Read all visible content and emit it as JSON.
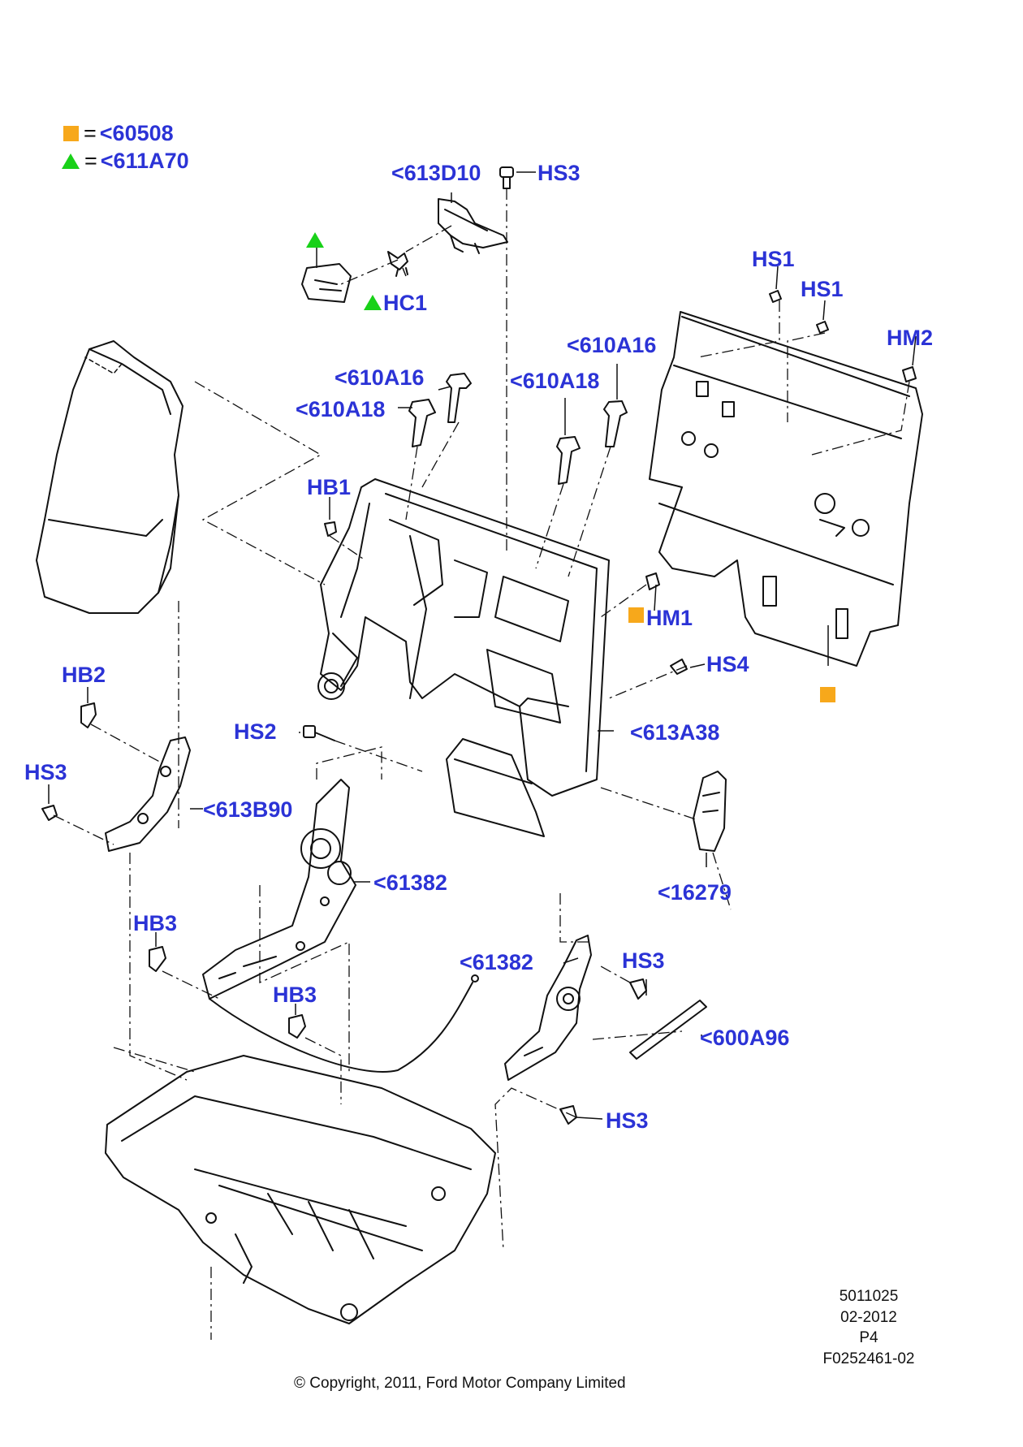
{
  "legend": [
    {
      "symbol": "orange-square",
      "equals": "=",
      "code": "<60508",
      "color": "#f7a81b"
    },
    {
      "symbol": "green-triangle",
      "equals": "=",
      "code": "<611A70",
      "color": "#19d119"
    }
  ],
  "labels": {
    "l613D10": "<613D10",
    "hs3_top": "HS3",
    "hc1": "HC1",
    "hs1_a": "HS1",
    "hs1_b": "HS1",
    "hm2": "HM2",
    "l610A16_left": "<610A16",
    "l610A18_left": "<610A18",
    "l610A18_right": "<610A18",
    "l610A16_right": "<610A16",
    "hb1": "HB1",
    "hm1": "HM1",
    "hs4": "HS4",
    "hb2": "HB2",
    "hs2": "HS2",
    "l613A38": "<613A38",
    "hs3_left": "HS3",
    "l613B90": "<613B90",
    "l61382_left": "<61382",
    "l16279": "<16279",
    "hb3_left": "HB3",
    "l61382_right": "<61382",
    "hs3_right": "HS3",
    "hb3_center": "HB3",
    "l600A96": "<600A96",
    "hs3_bottom": "HS3"
  },
  "info_block": {
    "line1": "5011025",
    "line2": "02-2012",
    "line3": "P4",
    "line4": "F0252461-02"
  },
  "copyright": "© Copyright, 2011, Ford Motor Company Limited",
  "colors": {
    "label_blue": "#2b33d6",
    "line_black": "#111111",
    "orange": "#f7a81b",
    "green": "#19d119"
  }
}
